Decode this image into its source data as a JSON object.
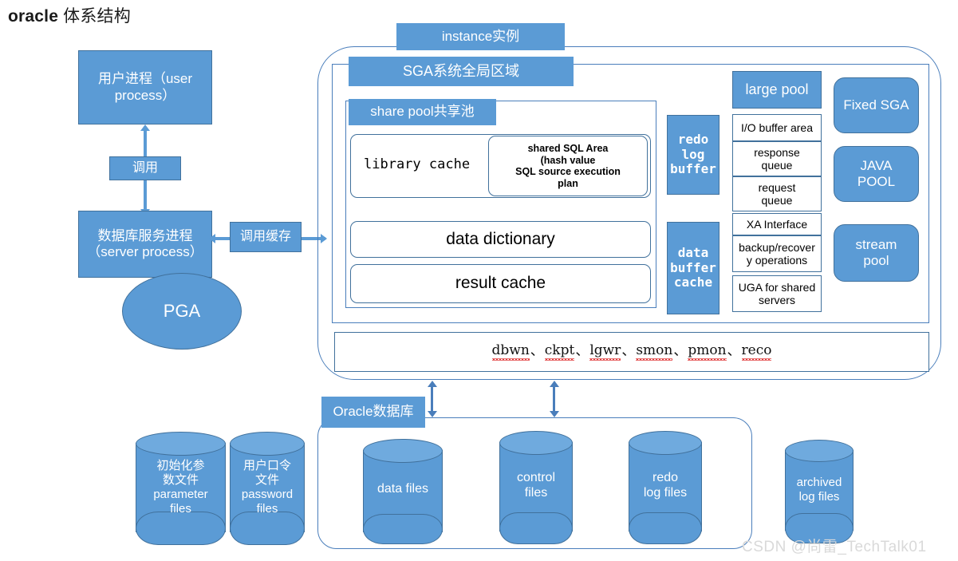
{
  "title": {
    "en": "oracle",
    "cn": " 体系结构"
  },
  "left_column": {
    "user_process": "用户进程（user\nprocess）",
    "call_label": "调用",
    "server_process": "数据库服务进程\n（server process）",
    "pga": "PGA",
    "call_cache_label": "调用缓存"
  },
  "instance": {
    "label": "instance实例",
    "sga_label": "SGA系统全局区域",
    "share_pool": {
      "label": "share pool共享池",
      "library_cache": "library cache",
      "shared_sql_area": "shared SQL Area\n(hash value\nSQL source      execution\nplan"
    },
    "data_dictionary": "data dictionary",
    "result_cache": "result cache",
    "redo_log_buffer": "redo\nlog\nbuffer",
    "data_buffer_cache": "data\nbuffer\ncache",
    "large_pool": {
      "label": "large pool",
      "items": [
        "I/O buffer area",
        "response\nqueue",
        "request\nqueue",
        "XA  Interface",
        "backup/recover\ny operations",
        "UGA  for shared\nservers"
      ]
    },
    "right_pools": [
      "Fixed SGA",
      "JAVA\nPOOL",
      "stream\npool"
    ],
    "background_processes": [
      "dbwn",
      "ckpt",
      "lgwr",
      "smon",
      "pmon",
      "reco"
    ],
    "process_separator": "、"
  },
  "database": {
    "label": "Oracle数据库",
    "outside_files": [
      {
        "name": "初始化参\n数文件\nparameter\nfiles"
      },
      {
        "name": "用户口令\n文件\npassword\nfiles"
      }
    ],
    "inside_files": [
      {
        "name": "data files"
      },
      {
        "name": "control\nfiles"
      },
      {
        "name": "redo\nlog files"
      }
    ],
    "archived": {
      "name": "archived\nlog files"
    }
  },
  "watermark": "CSDN @尚雷_TechTalk01",
  "colors": {
    "fill": "#5B9BD5",
    "stroke": "#41719C",
    "outline": "#4A7EBB",
    "spell": "#E03A3A",
    "watermark": "#D9D9D9"
  }
}
